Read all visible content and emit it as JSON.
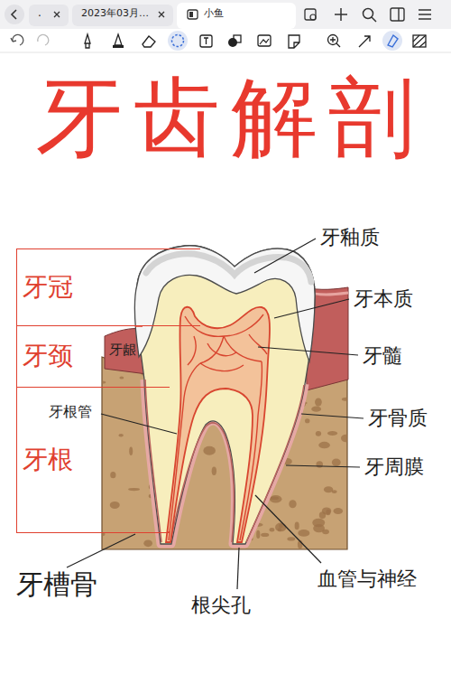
{
  "diagram": {
    "title": "牙齿解剖",
    "nodes": [
      {
        "text": [
          "牙冠"
        ]
      },
      {
        "text": [
          "牙颈"
        ]
      },
      {
        "text": [
          "牙根"
        ]
      }
    ],
    "labels": [
      ".",
      "2023年03月…",
      "小鱼",
      "牙釉质",
      "牙本质",
      "牙龈",
      "牙髓",
      "牙根管",
      "牙骨质",
      "牙周膜",
      "牙槽骨",
      "血管与神经",
      "根尖孔"
    ]
  }
}
